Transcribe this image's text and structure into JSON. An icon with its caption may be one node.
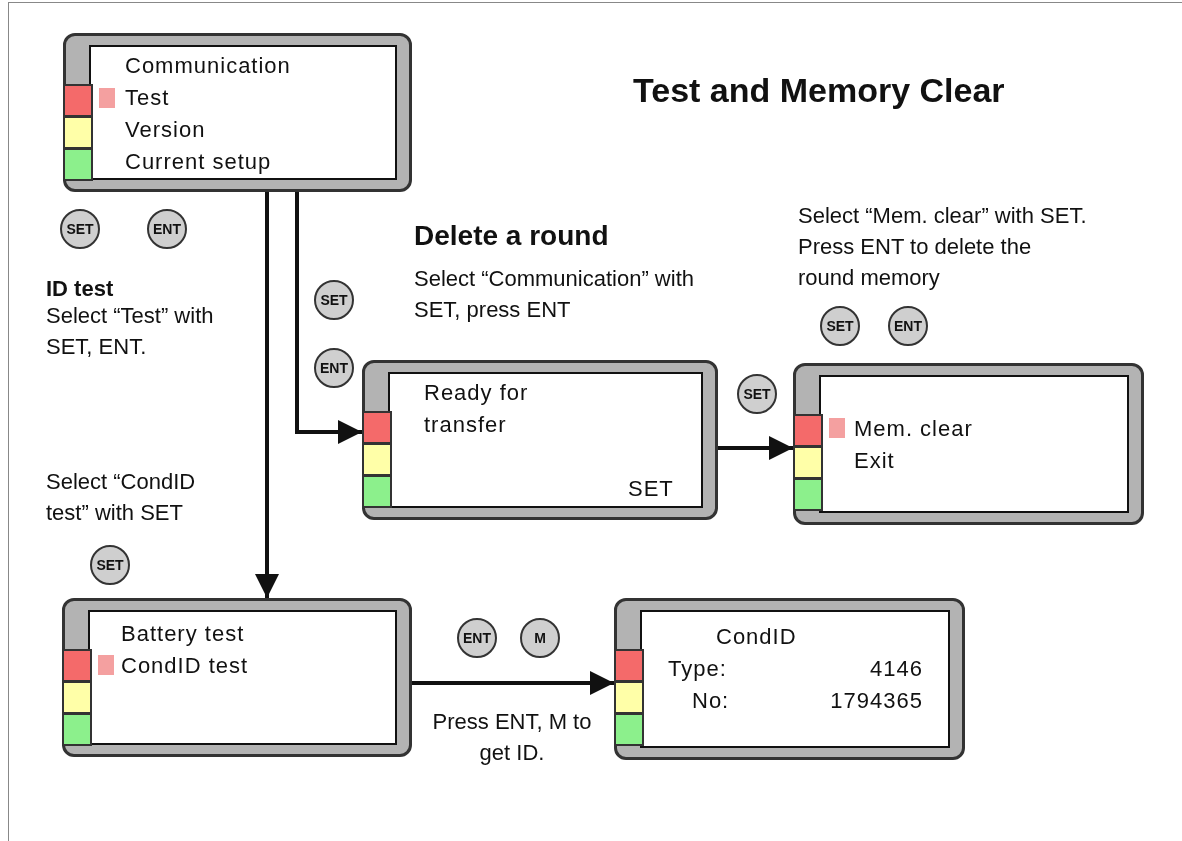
{
  "diagram": {
    "title": "Test and Memory Clear",
    "nodes": [
      {
        "text": [
          "Communication",
          "Test",
          "Version",
          "Current setup"
        ]
      },
      {
        "text": [
          "SET"
        ]
      },
      {
        "text": [
          "ENT"
        ]
      },
      {
        "text": [
          "SET"
        ]
      },
      {
        "text": [
          "ENT"
        ]
      },
      {
        "text": [
          "SET"
        ]
      },
      {
        "text": [
          "ENT"
        ]
      },
      {
        "text": [
          "Ready for transfer",
          "SET"
        ]
      },
      {
        "text": [
          "SET"
        ]
      },
      {
        "text": [
          "Mem. clear",
          "Exit"
        ]
      },
      {
        "text": [
          "SET"
        ]
      },
      {
        "text": [
          "Battery test",
          "CondID test"
        ]
      },
      {
        "text": [
          "ENT"
        ]
      },
      {
        "text": [
          "M"
        ]
      },
      {
        "text": [
          "CondID",
          "Type:",
          "4146",
          "No:",
          "1794365"
        ]
      }
    ],
    "edges": [
      {
        "from": 0,
        "to": 11,
        "arrow": "to"
      },
      {
        "from": 0,
        "to": 7,
        "arrow": "to"
      },
      {
        "from": 7,
        "to": 9,
        "arrow": "to"
      },
      {
        "from": 11,
        "to": 14,
        "arrow": "to",
        "label": "Press ENT, M to get ID."
      }
    ],
    "labels": [
      "Delete a round",
      "Select “Communication” with SET, press ENT",
      "Select “Mem. clear” with SET. Press ENT to delete the round memory",
      "ID test",
      "Select “Test” with SET, ENT.",
      "Select “CondID test” with SET"
    ]
  }
}
